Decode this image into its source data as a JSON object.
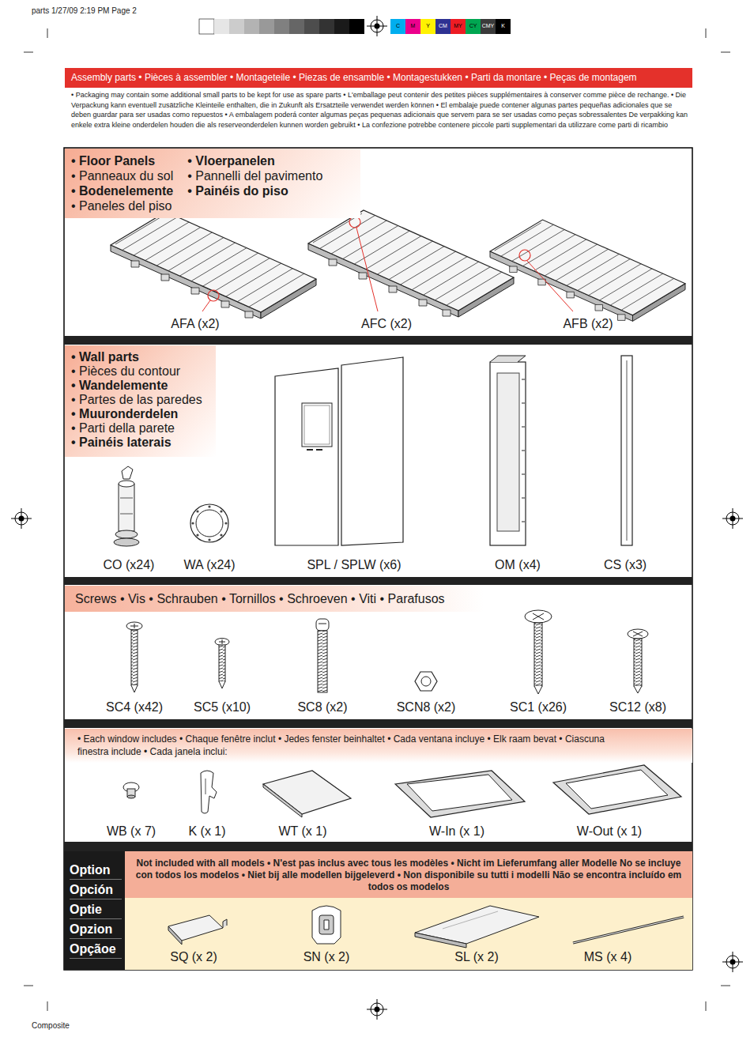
{
  "diagram": {
    "title": "Assembly parts • Pièces à assembler • Montageteile • Piezas de ensamble • Montagestukken • Parti da montare • Peças de montagem",
    "nodes": [
      {
        "text": [
          "• Floor Panels",
          "• Panneaux du sol",
          "• Bodenelemente",
          "• Paneles del piso",
          "• Vloerpanelen",
          "• Pannelli del pavimento",
          "• Painéis do piso"
        ]
      },
      {
        "text": [
          "• Wall parts",
          "• Pièces du contour",
          "• Wandelemente",
          "• Partes de las paredes",
          "• Muuronderdelen",
          "• Parti della parete",
          "• Painéis laterais"
        ]
      },
      {
        "text": [
          "Screws • Vis • Schrauben • Tornillos • Schroeven • Viti • Parafusos"
        ]
      },
      {
        "text": [
          "• Each window includes • Chaque fenêtre inclut • Jedes fenster beinhaltet • Cada ventana incluye • Elk raam bevat • Ciascuna finestra include • Cada janela inclui:"
        ]
      },
      {
        "text": [
          "Option",
          "Opción",
          "Optie",
          "Opzion",
          "Opçãoe",
          "Not included with all models • N'est pas inclus avec tous les modèles • Nicht im Lieferumfang aller Modelle No se incluye con todos los modelos • Niet bij alle modellen bijgeleverd • Non disponibile su tutti i modelli Não se encontra incluído em todos os modelos"
        ]
      }
    ],
    "labels": [
      "parts 1/27/09 2:19 PM Page 2",
      "C",
      "M",
      "Y",
      "CM",
      "MY",
      "CY",
      "CMY",
      "K",
      "• Packaging may contain some additional small parts to be kept for use as spare parts • L'emballage peut contenir des petites pièces supplémentaires à conserver comme pièce de rechange. • Die Verpackung kann eventuell zusätzliche Kleinteile enthalten, die in Zukunft als Ersatzteile verwendet werden können • El embalaje puede contener algunas partes pequeñas adicionales que se deben guardar para ser usadas como repuestos • A embalagem poderá conter algumas peças pequenas adicionais que servem para se ser usadas como peças sobressalentes De verpakking kan enkele extra kleine onderdelen houden die als reserveonderdelen kunnen worden gebruikt • La confezione potrebbe contenere piccole parti supplementari da utilizzare come parti di ricambio",
      "AFA (x2)",
      "AFC (x2)",
      "AFB (x2)",
      "CO (x24)",
      "WA (x24)",
      "SPL / SPLW (x6)",
      "OM (x4)",
      "CS (x3)",
      "SC4 (x42)",
      "SC5 (x10)",
      "SC8 (x2)",
      "SCN8 (x2)",
      "SC1 (x26)",
      "SC12 (x8)",
      "WB (x 7)",
      "K (x 1)",
      "WT (x 1)",
      "W-In (x 1)",
      "W-Out (x 1)",
      "SQ (x 2)",
      "SN (x 2)",
      "SL (x 2)",
      "MS (x 4)",
      "Composite"
    ]
  }
}
